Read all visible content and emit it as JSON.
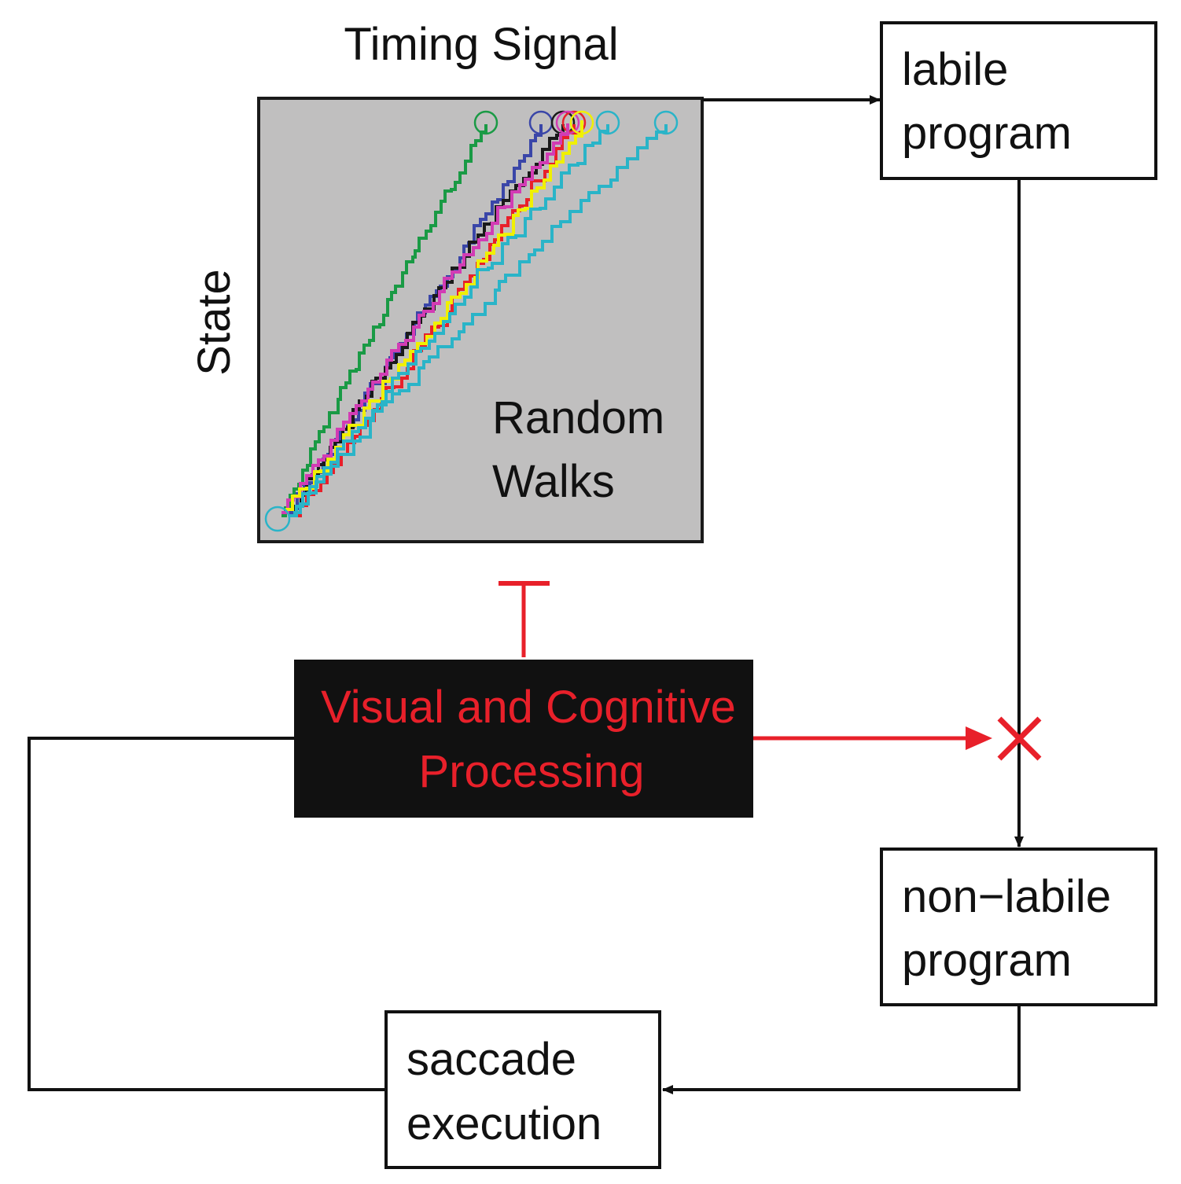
{
  "timing_signal": {
    "title": "Timing Signal",
    "y_axis_label": "State",
    "inner_label_line1": "Random",
    "inner_label_line2": "Walks",
    "panel_color": "#c0bfbf",
    "walk_colors": [
      "#1a9a45",
      "#3a46a8",
      "#1a1a1a",
      "#e8202a",
      "#d23cb4",
      "#f0f000",
      "#2ab4c8",
      "#2ab4c8"
    ]
  },
  "labile_program": {
    "line1": "labile",
    "line2": "program"
  },
  "non_labile_program": {
    "line1": "non−labile",
    "line2": "program"
  },
  "saccade_execution": {
    "line1": "saccade",
    "line2": "execution"
  },
  "visual_cognitive": {
    "line1": "Visual and Cognitive",
    "line2": "Processing",
    "box_color": "#111111",
    "text_color": "#e8202a"
  },
  "colors": {
    "arrow": "#111111",
    "inhibit": "#e8202a"
  }
}
